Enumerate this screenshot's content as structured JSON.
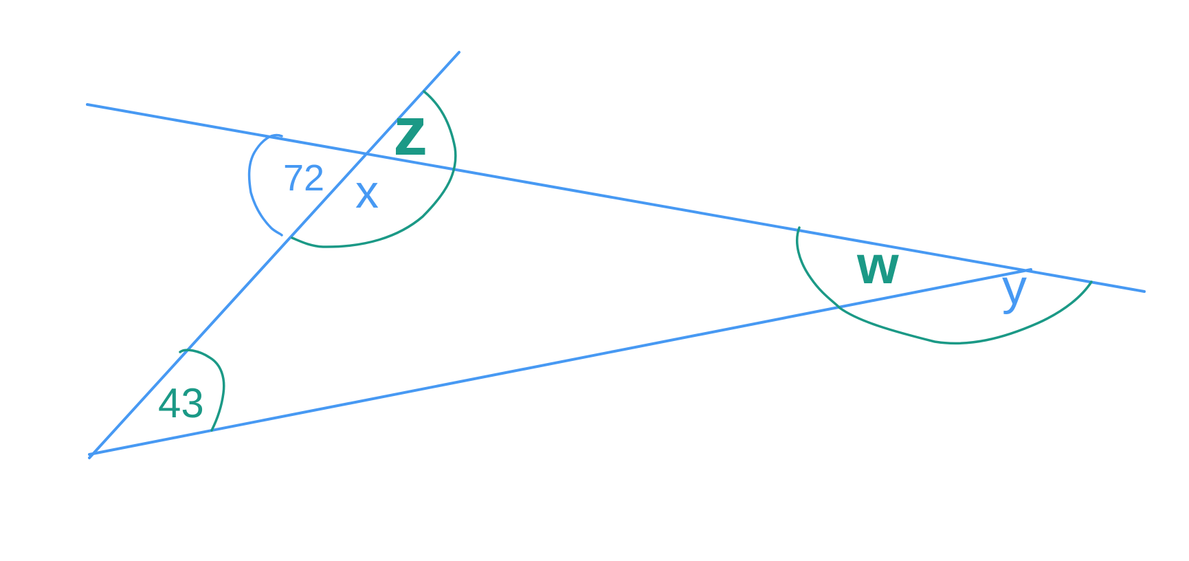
{
  "diagram": {
    "colors": {
      "lines": "#4799f3",
      "accent": "#1b9986",
      "background": "#ffffff"
    },
    "angle_labels": {
      "label_72": "72",
      "label_x": "x",
      "label_z": "z",
      "label_43": "43",
      "label_w": "w",
      "label_y": "y"
    }
  }
}
